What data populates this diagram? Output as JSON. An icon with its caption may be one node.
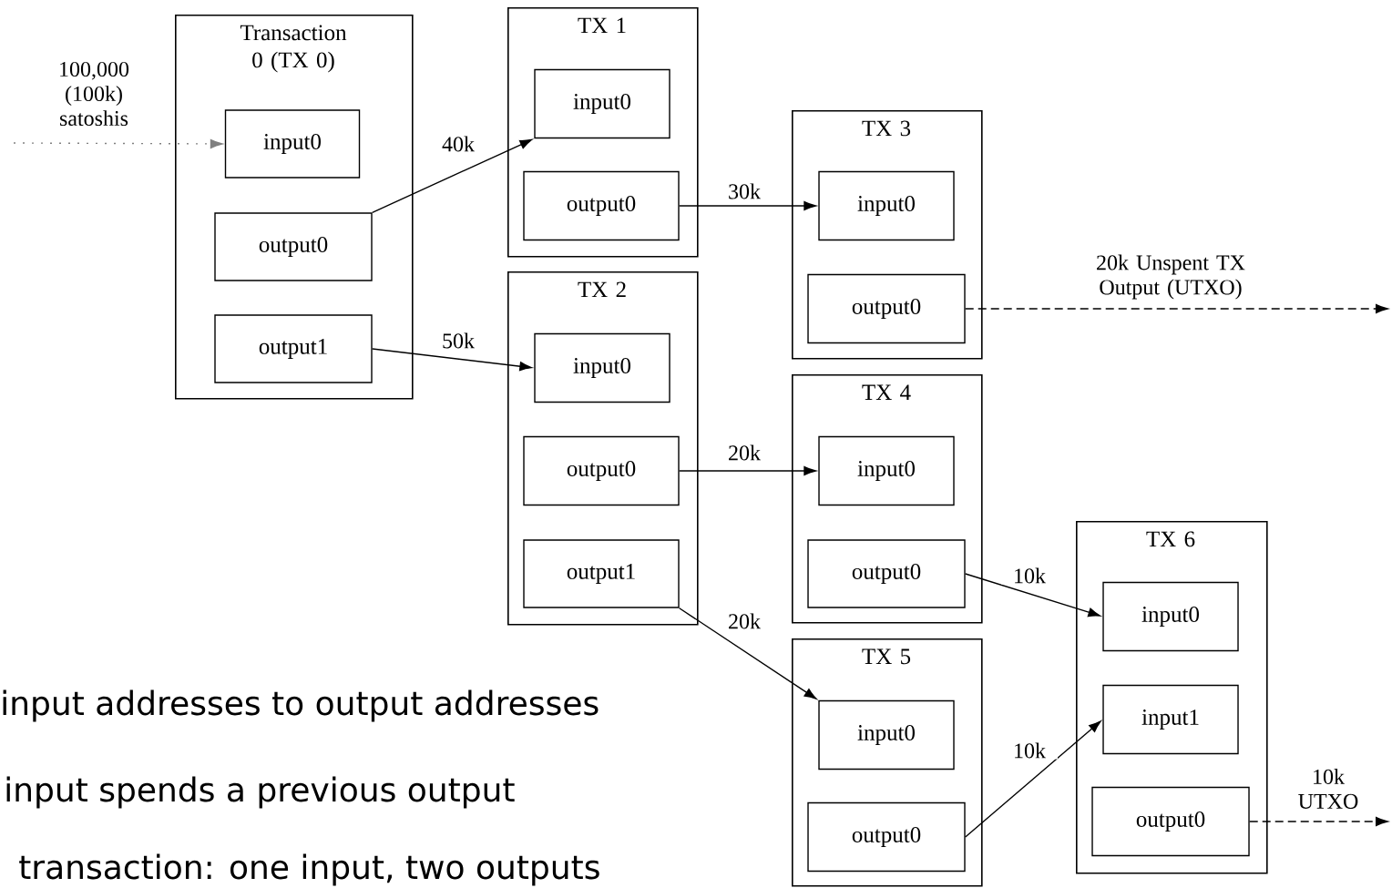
{
  "diagram": {
    "nodes": [
      {
        "text": [
          "Transaction 0 (TX 0)"
        ]
      },
      {
        "text": [
          "input0"
        ],
        "in": 0
      },
      {
        "text": [
          "output0"
        ],
        "in": 0
      },
      {
        "text": [
          "output1"
        ],
        "in": 0
      },
      {
        "text": [
          "TX 1"
        ]
      },
      {
        "text": [
          "input0"
        ],
        "in": 4
      },
      {
        "text": [
          "output0"
        ],
        "in": 4
      },
      {
        "text": [
          "TX 2"
        ]
      },
      {
        "text": [
          "input0"
        ],
        "in": 7
      },
      {
        "text": [
          "output0"
        ],
        "in": 7
      },
      {
        "text": [
          "output1"
        ],
        "in": 7
      },
      {
        "text": [
          "TX 3"
        ]
      },
      {
        "text": [
          "input0"
        ],
        "in": 11
      },
      {
        "text": [
          "output0"
        ],
        "in": 11
      },
      {
        "text": [
          "TX 4"
        ]
      },
      {
        "text": [
          "input0"
        ],
        "in": 14
      },
      {
        "text": [
          "output0"
        ],
        "in": 14
      },
      {
        "text": [
          "TX 5"
        ]
      },
      {
        "text": [
          "input0"
        ],
        "in": 17
      },
      {
        "text": [
          "output0"
        ],
        "in": 17
      },
      {
        "text": [
          "TX 6"
        ]
      },
      {
        "text": [
          "input0"
        ],
        "in": 20
      },
      {
        "text": [
          "input1"
        ],
        "in": 20
      },
      {
        "text": [
          "output0"
        ],
        "in": 20
      }
    ],
    "edges": [
      {
        "from": null,
        "to": 1,
        "arrow": "to",
        "label": "100,000 (100k) satoshis",
        "style": "dashed",
        "color": "#808080"
      },
      {
        "from": 2,
        "to": 5,
        "arrow": "to",
        "label": "40k"
      },
      {
        "from": 3,
        "to": 8,
        "arrow": "to",
        "label": "50k"
      },
      {
        "from": 6,
        "to": 12,
        "arrow": "to",
        "label": "30k"
      },
      {
        "from": 13,
        "to": null,
        "arrow": "to",
        "label": "20k Unspent TX Output (UTXO)",
        "style": "dashed"
      },
      {
        "from": 9,
        "to": 15,
        "arrow": "to",
        "label": "20k"
      },
      {
        "from": 10,
        "to": 18,
        "arrow": "to",
        "label": "20k"
      },
      {
        "from": 16,
        "to": 21,
        "arrow": "to",
        "label": "10k"
      },
      {
        "from": 19,
        "to": 22,
        "arrow": "to",
        "label": "10k"
      },
      {
        "from": 23,
        "to": null,
        "arrow": "to",
        "label": "10k UTXO",
        "style": "dashed"
      }
    ],
    "labels": [
      "input addresses to output addresses",
      "input spends a previous output",
      "transaction: one input, two outputs"
    ]
  }
}
